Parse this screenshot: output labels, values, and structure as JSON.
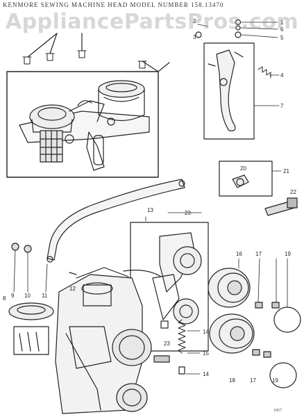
{
  "header": {
    "title": "KENMORE SEWING MACHINE HEAD   MODEL NUMBER 158.13470"
  },
  "watermark": {
    "text": "AppliancePartsPros.com"
  },
  "footer": {
    "code": "1857"
  },
  "callouts": [
    "1",
    "2",
    "3",
    "4",
    "5",
    "6",
    "7",
    "8",
    "9",
    "10",
    "11",
    "12",
    "13",
    "14",
    "14",
    "15",
    "16",
    "17",
    "17",
    "18",
    "19",
    "19",
    "20",
    "21",
    "22",
    "23",
    "23"
  ],
  "colors": {
    "line": "#222222",
    "watermark": "#969696",
    "background": "#ffffff"
  }
}
